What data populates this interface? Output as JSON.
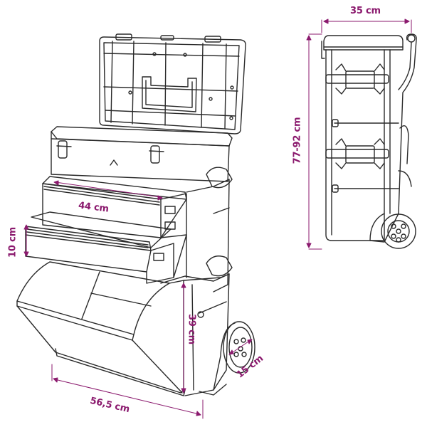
{
  "diagram": {
    "title": "Rolling tool chest dimensions",
    "annotation_color": "#8b1a6e",
    "line_color": "#2a2a2a",
    "views": [
      {
        "name": "front-three-quarter-view",
        "description": "Open lid, two drawers, bin, wheels"
      },
      {
        "name": "side-view",
        "description": "Stacked modules with telescopic handle and wheel"
      }
    ],
    "dimensions": {
      "side_width": "35 cm",
      "height_range": "77-92 cm",
      "drawer_width": "44 cm",
      "drawer_height": "10 cm",
      "bin_height": "39 cm",
      "wheel_diameter": "15 cm",
      "total_width": "56,5 cm"
    }
  }
}
